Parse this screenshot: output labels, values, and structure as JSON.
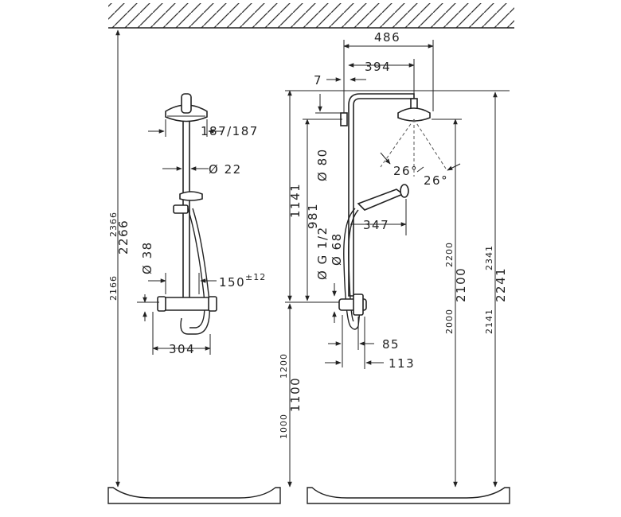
{
  "left_unit": {
    "head_width": "187/187",
    "pipe_diameter": "Ø 22",
    "outlet_diameter": "Ø 38",
    "projection": "150",
    "projection_tolerance": "±12",
    "mixer_width": "304",
    "heights": {
      "h_2166": "2166",
      "h_2266": "2266",
      "h_2366": "2366"
    }
  },
  "right_unit": {
    "total_width": "486",
    "arm_width": "394",
    "wall_gap": "7",
    "offset_80": "Ø 80",
    "length_1141": "1141",
    "length_981": "981",
    "thread": "Ø G 1/2",
    "diameter_68": "Ø 68",
    "hand_shower_offset": "347",
    "spray_angle_1": "26°",
    "spray_angle_2": "26°",
    "depth_85": "85",
    "depth_113": "113",
    "mixer_heights": {
      "h_1000": "1000",
      "h_1100": "1100",
      "h_1200": "1200"
    },
    "head_heights": {
      "h_2000": "2000",
      "h_2100": "2100",
      "h_2200": "2200"
    },
    "top_heights": {
      "h_2141": "2141",
      "h_2241": "2241",
      "h_2341": "2341"
    }
  }
}
